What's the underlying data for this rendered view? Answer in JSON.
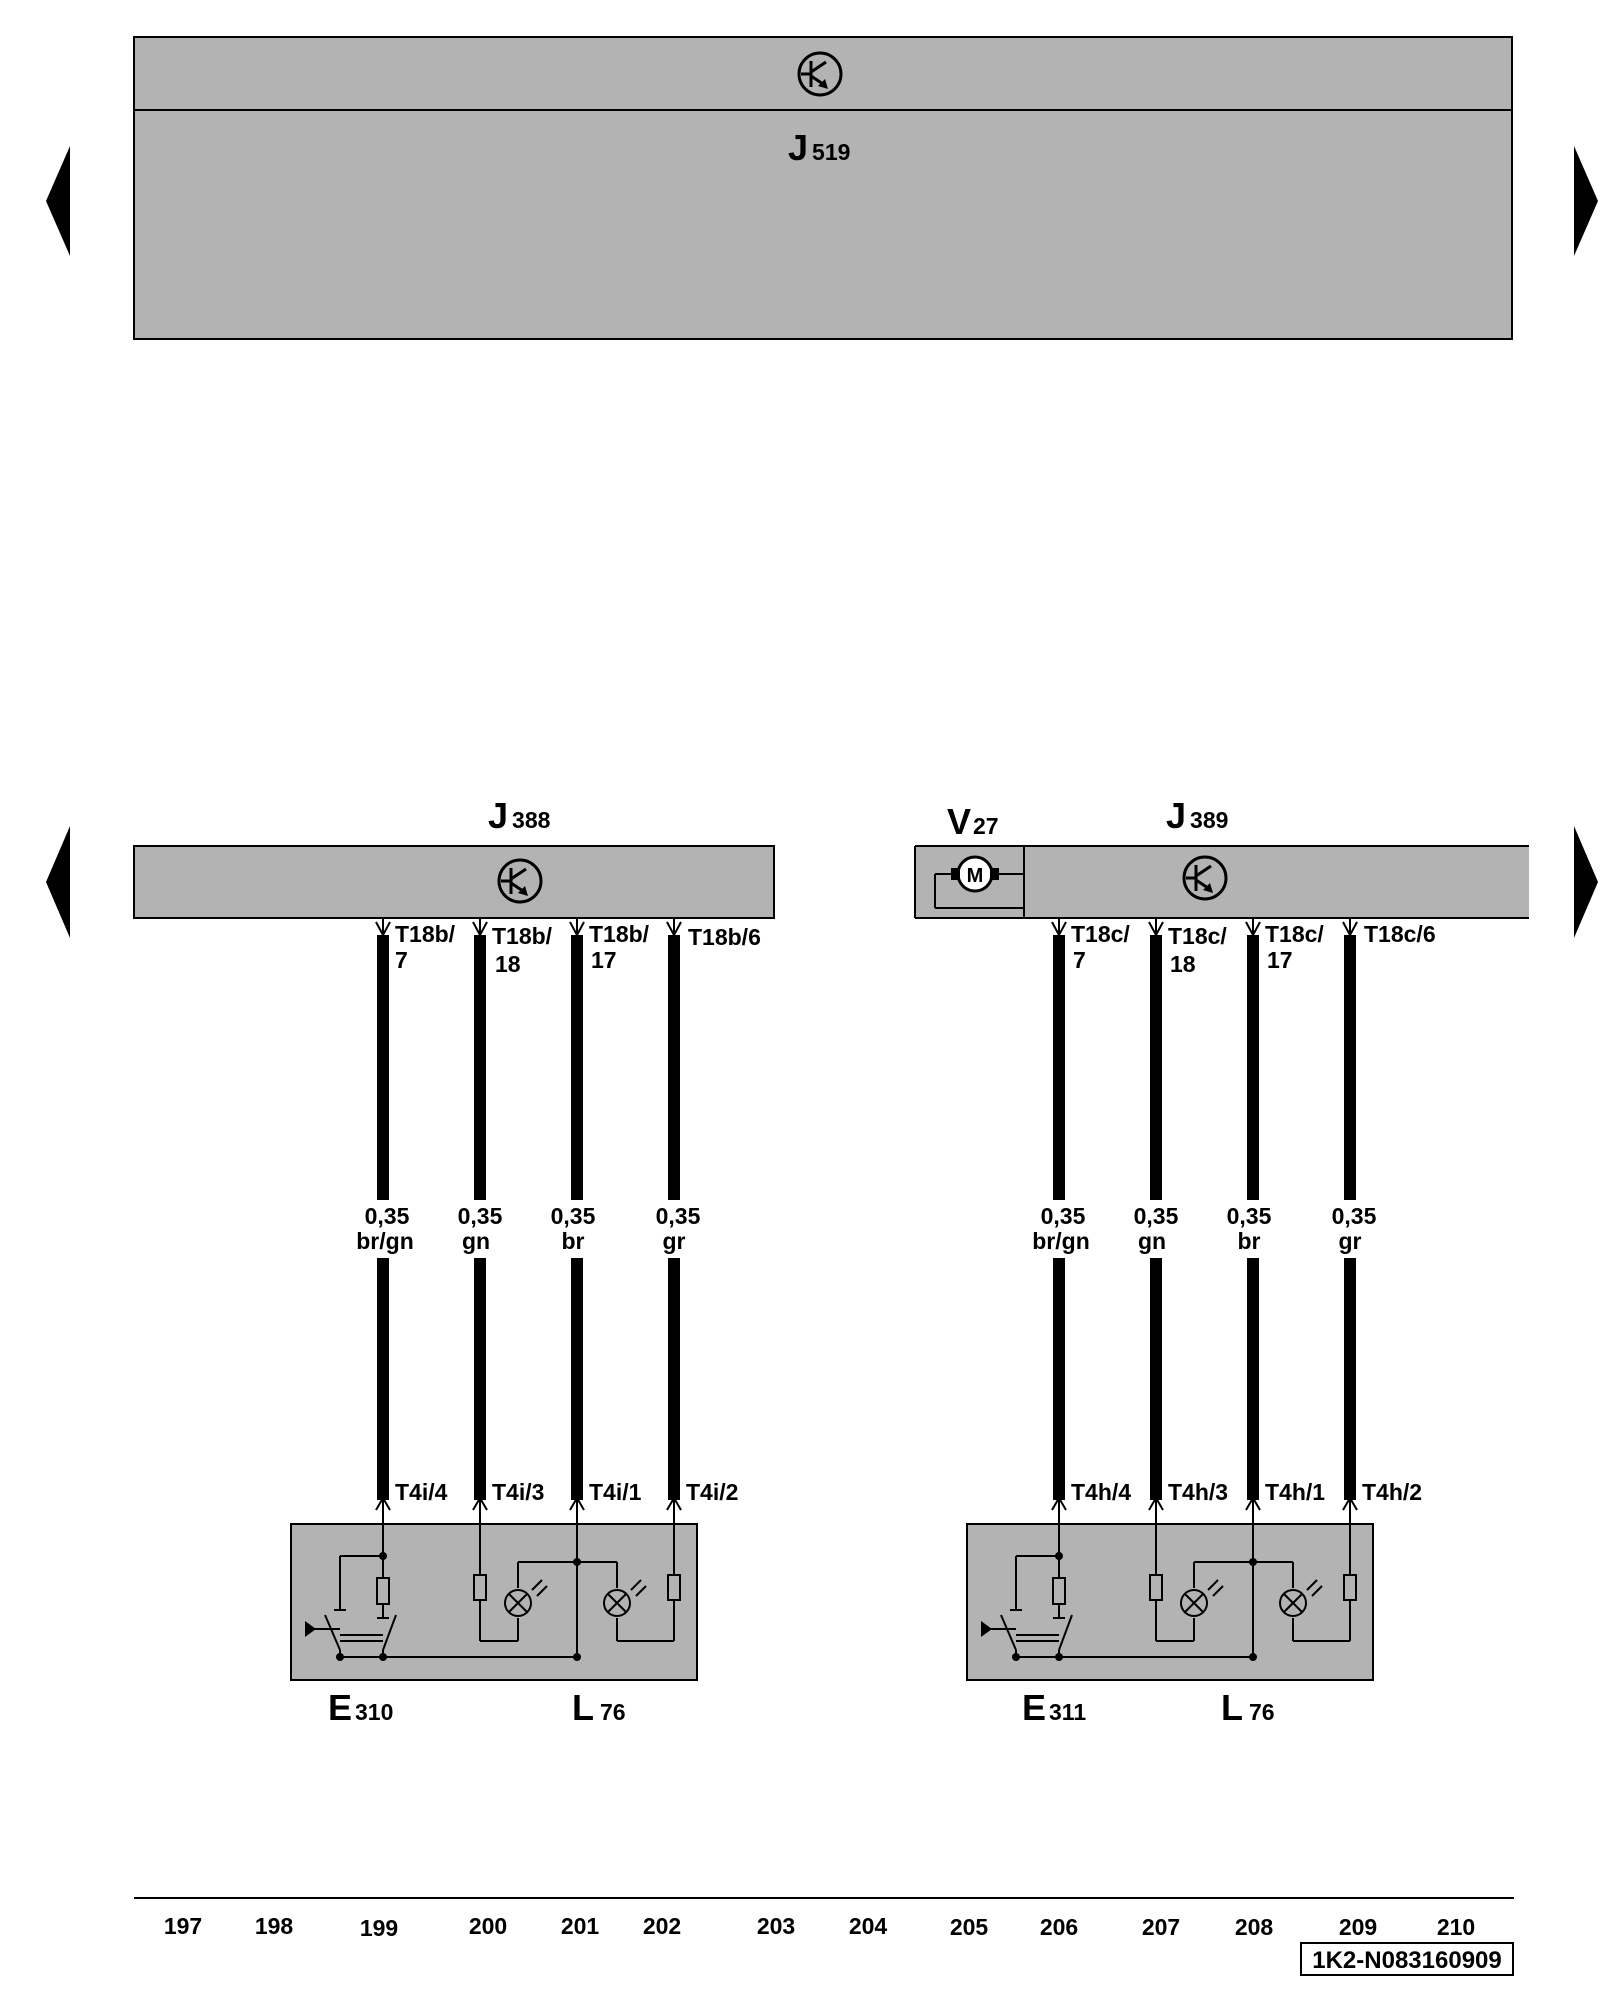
{
  "top_unit": {
    "name": "J",
    "sub": "519"
  },
  "left_group": {
    "unit": {
      "name": "J",
      "sub": "388"
    },
    "pins_top": [
      {
        "l1": "T18b/",
        "l2": "7"
      },
      {
        "l1": "T18b/",
        "l2": "18"
      },
      {
        "l1": "T18b/",
        "l2": "17"
      },
      {
        "l1": "T18b/6",
        "l2": ""
      }
    ],
    "wires": [
      {
        "size": "0,35",
        "color": "br/gn"
      },
      {
        "size": "0,35",
        "color": "gn"
      },
      {
        "size": "0,35",
        "color": "br"
      },
      {
        "size": "0,35",
        "color": "gr"
      }
    ],
    "pins_bottom": [
      "T4i/4",
      "T4i/3",
      "T4i/1",
      "T4i/2"
    ],
    "switch": {
      "name": "E",
      "sub": "310"
    },
    "lamp": {
      "name": "L",
      "sub": "76"
    }
  },
  "right_group": {
    "motor": {
      "name": "V",
      "sub": "27",
      "symbol": "M"
    },
    "unit": {
      "name": "J",
      "sub": "389"
    },
    "pins_top": [
      {
        "l1": "T18c/",
        "l2": "7"
      },
      {
        "l1": "T18c/",
        "l2": "18"
      },
      {
        "l1": "T18c/",
        "l2": "17"
      },
      {
        "l1": "T18c/6",
        "l2": ""
      }
    ],
    "wires": [
      {
        "size": "0,35",
        "color": "br/gn"
      },
      {
        "size": "0,35",
        "color": "gn"
      },
      {
        "size": "0,35",
        "color": "br"
      },
      {
        "size": "0,35",
        "color": "gr"
      }
    ],
    "pins_bottom": [
      "T4h/4",
      "T4h/3",
      "T4h/1",
      "T4h/2"
    ],
    "switch": {
      "name": "E",
      "sub": "311"
    },
    "lamp": {
      "name": "L",
      "sub": "76"
    }
  },
  "columns": [
    "197",
    "198",
    "199",
    "200",
    "201",
    "202",
    "203",
    "204",
    "205",
    "206",
    "207",
    "208",
    "209",
    "210"
  ],
  "doc_code": "1K2-N083160909",
  "icons": {
    "control_unit": "control-unit-icon",
    "motor": "motor-icon",
    "nav": "triangle-arrow-icon"
  },
  "colors": {
    "unit_fill": "#b3b3b3",
    "wire": "#000000",
    "background": "#ffffff"
  }
}
